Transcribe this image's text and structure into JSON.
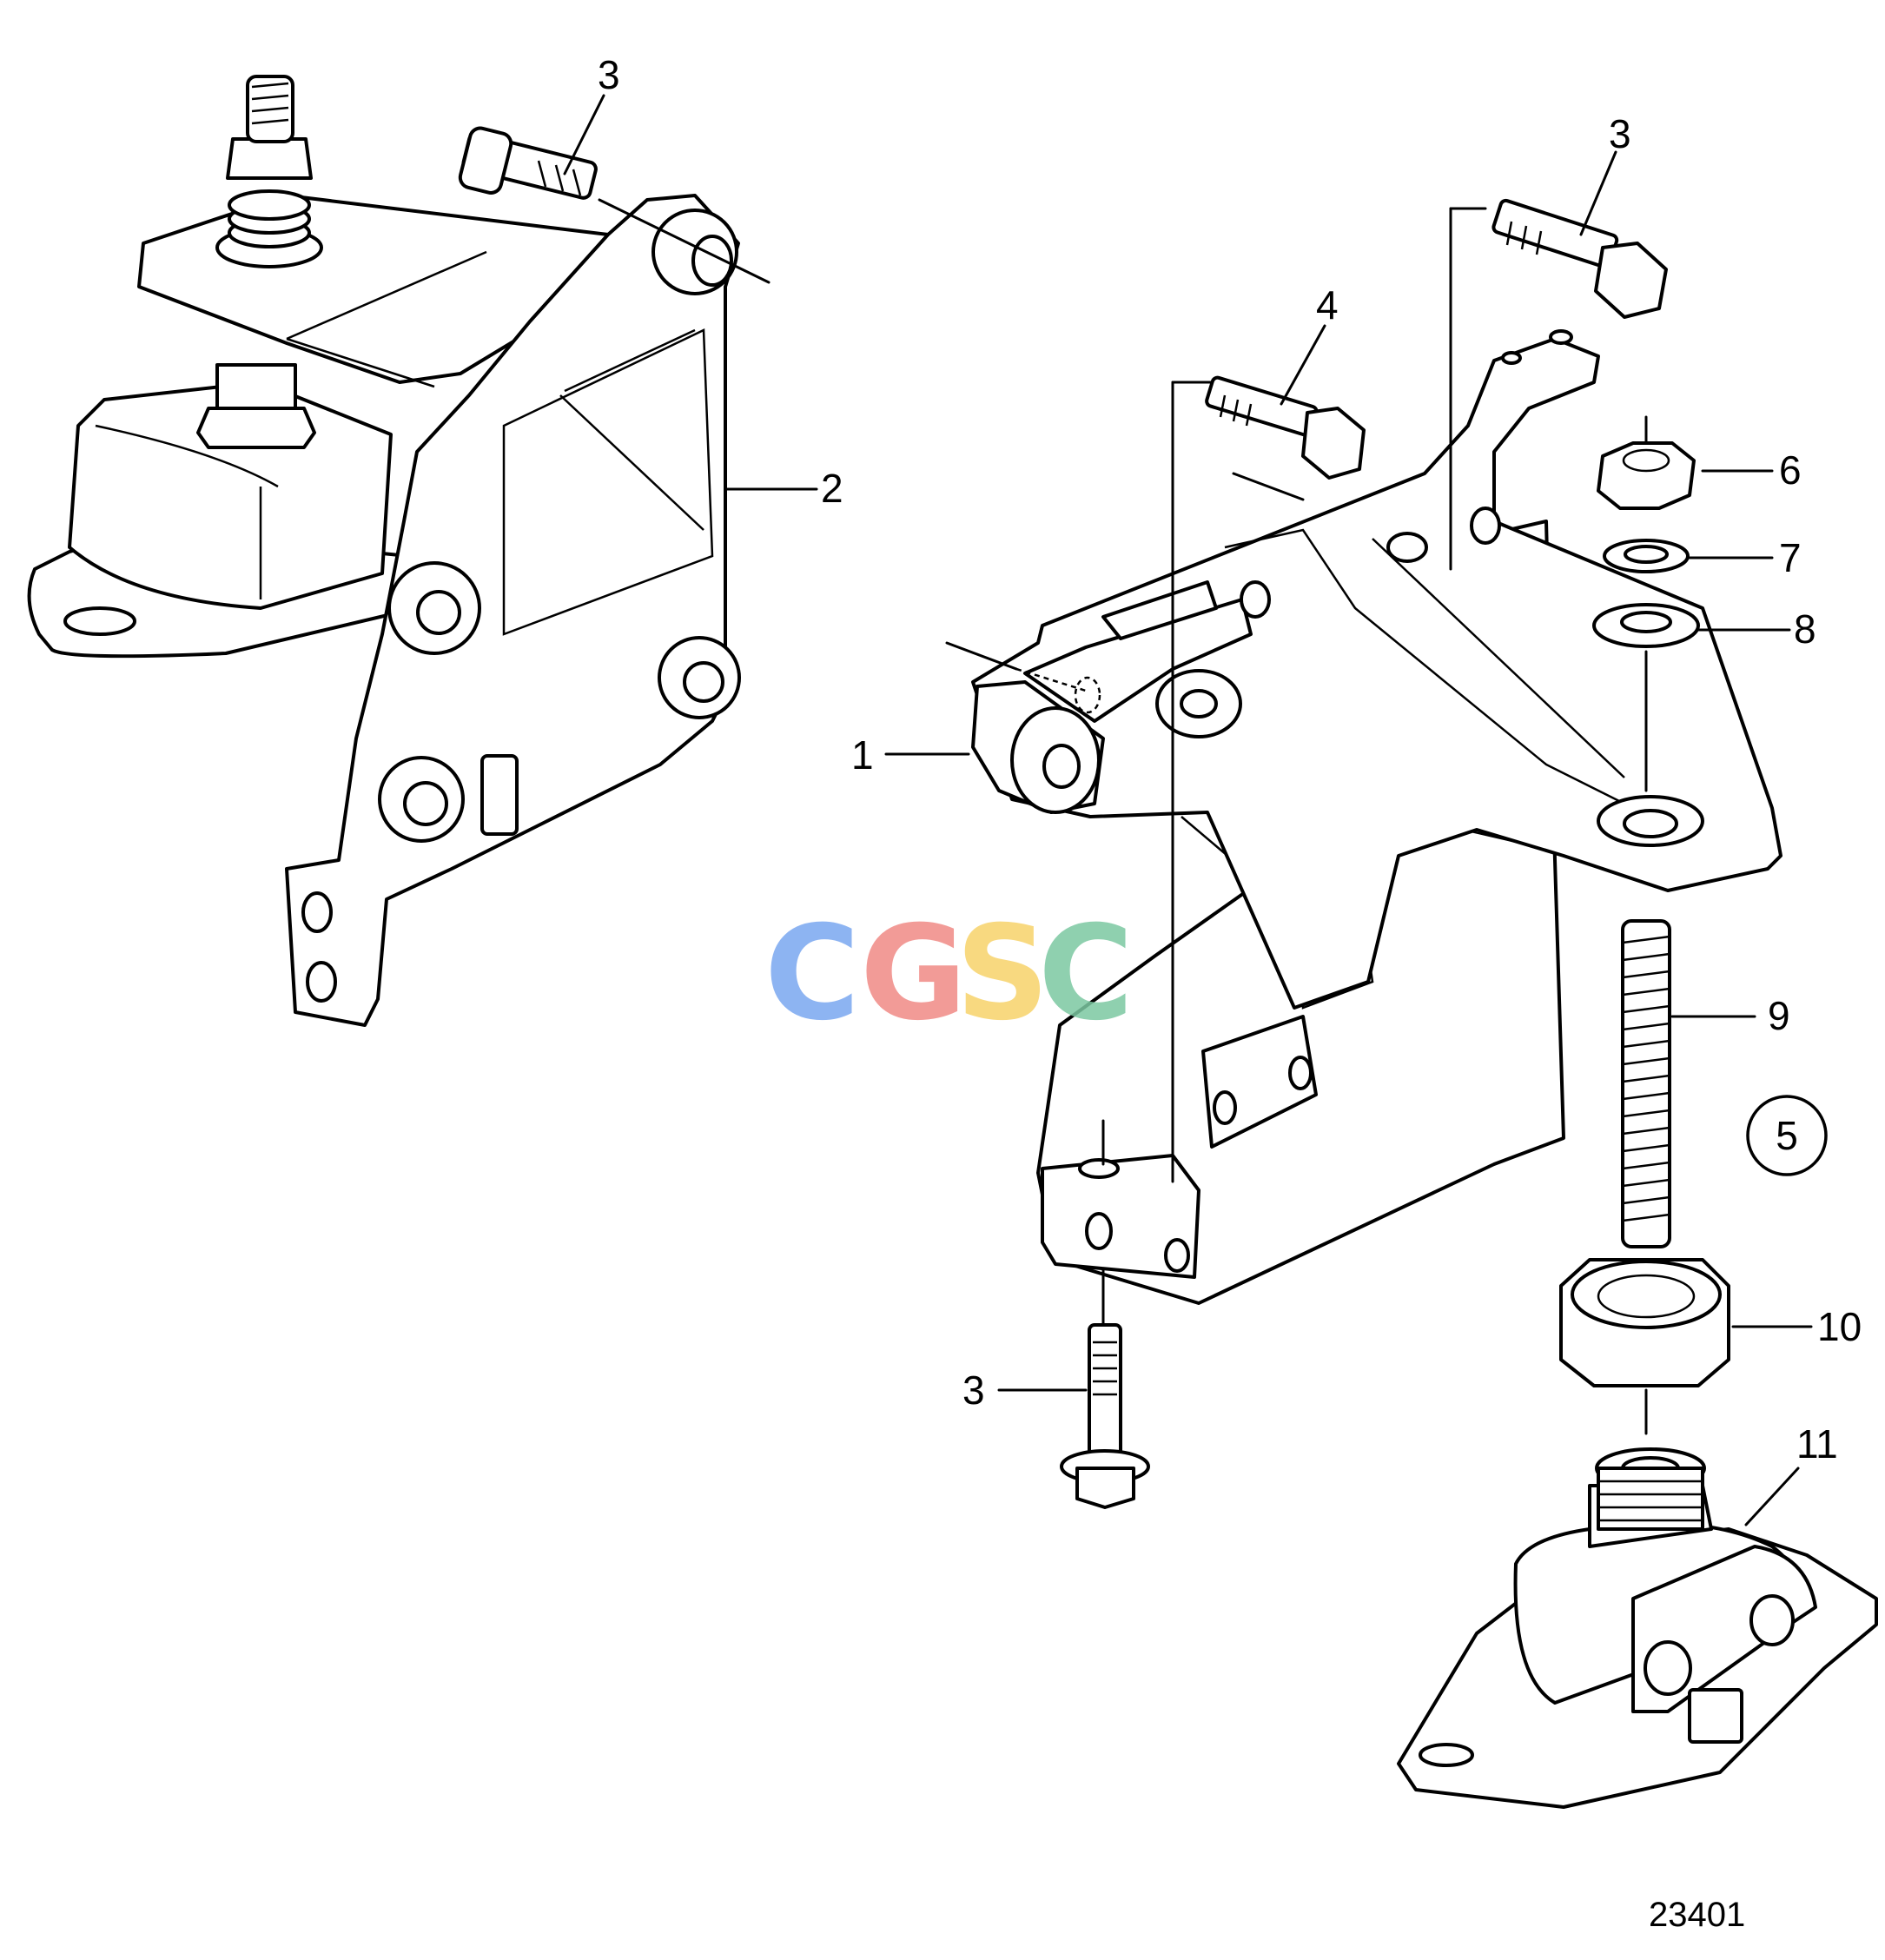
{
  "callouts": {
    "c1": "1",
    "c2": "2",
    "c3a": "3",
    "c3b": "3",
    "c3c": "3",
    "c4": "4",
    "c5": "5",
    "c6": "6",
    "c7": "7",
    "c8": "8",
    "c9": "9",
    "c10": "10",
    "c11": "11"
  },
  "figure_number": "23401",
  "watermark": {
    "letters": [
      "C",
      "G",
      "S",
      "C"
    ],
    "colors": [
      "#7aa7f0",
      "#f08a86",
      "#f7d36a",
      "#7cc8a2"
    ]
  }
}
